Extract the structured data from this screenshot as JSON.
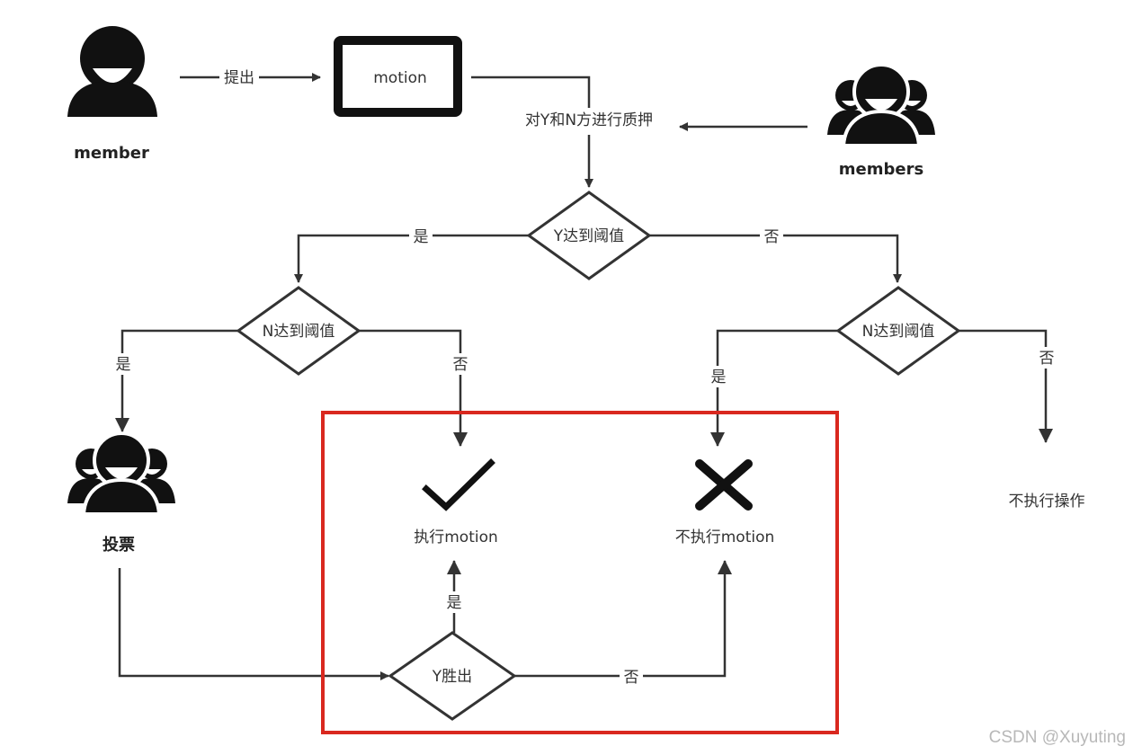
{
  "nodes": {
    "member_label": "member",
    "members_label": "members",
    "motion_box": "motion",
    "pledge": "对Y和N方进行质押",
    "y_threshold": "Y达到阈值",
    "n_threshold_left": "N达到阈值",
    "n_threshold_right": "N达到阈值",
    "vote_label": "投票",
    "execute": "执行motion",
    "not_execute": "不执行motion",
    "no_operation": "不执行操作",
    "y_wins": "Y胜出"
  },
  "edges": {
    "propose": "提出",
    "yes_1": "是",
    "no_1": "否",
    "yes_2": "是",
    "no_2": "否",
    "yes_3": "是",
    "no_3": "否",
    "yes_4": "是",
    "no_4": "否"
  },
  "icons": {
    "person": "person-icon",
    "group": "group-icon",
    "check": "check-icon",
    "cross": "cross-icon"
  },
  "colors": {
    "highlight": "#d9281f",
    "line": "#333333"
  },
  "watermark": "CSDN @Xuyuting"
}
